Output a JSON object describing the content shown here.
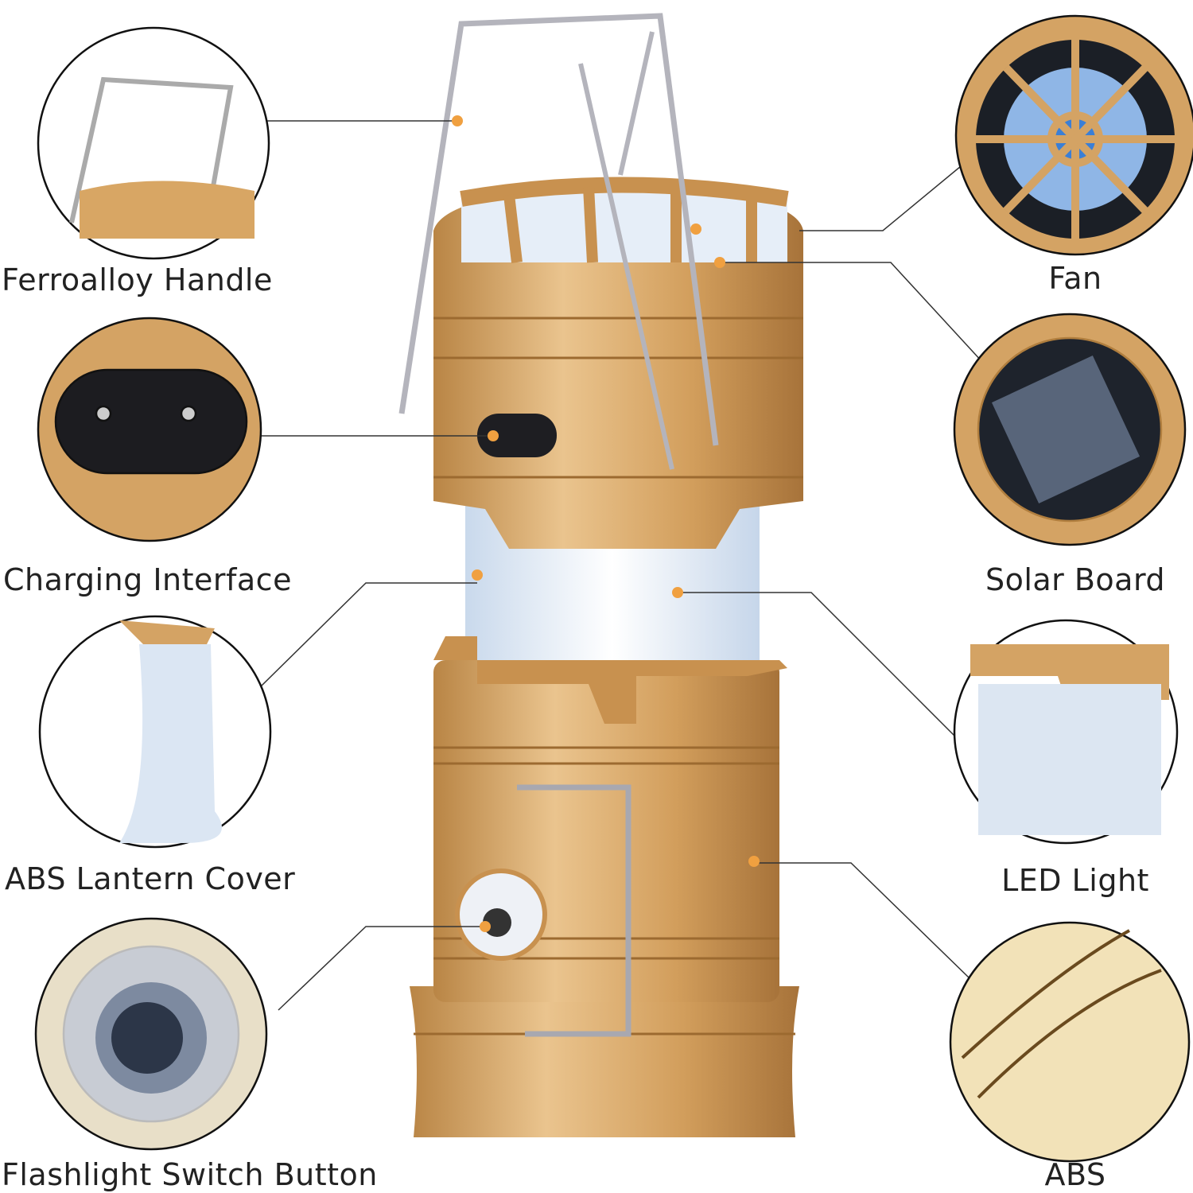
{
  "labels": {
    "handle": "Ferroalloy Handle",
    "charging": "Charging Interface",
    "cover": "ABS Lantern Cover",
    "flashlight": "Flashlight Switch Button",
    "fan": "Fan",
    "solar": "Solar Board",
    "led": "LED Light",
    "abs": "ABS"
  },
  "colors": {
    "gold": "#d4a364",
    "gold_dark": "#b07e3e",
    "gold_light": "#ecc993",
    "dot": "#f0a040",
    "glass": "#dce8f5",
    "line": "#333333"
  }
}
